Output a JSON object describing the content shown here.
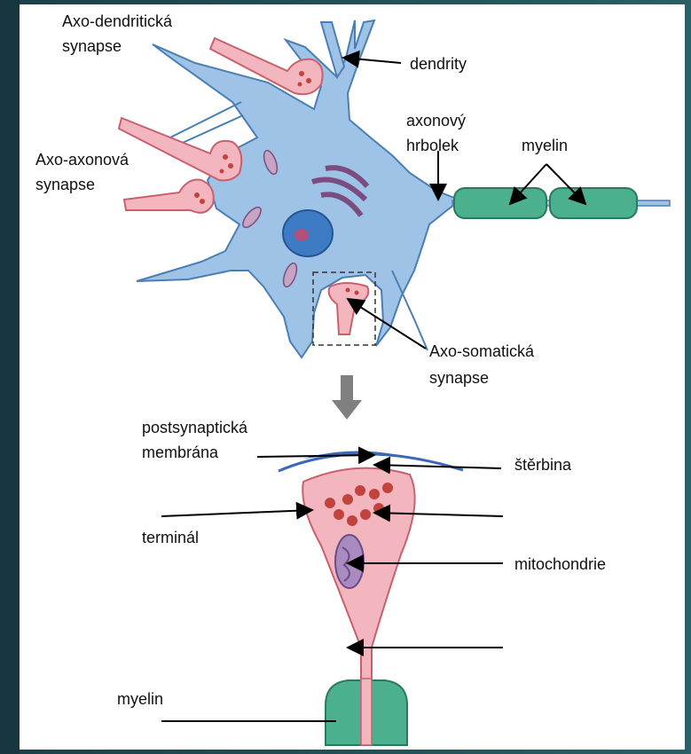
{
  "labels": {
    "axo_dendriticka": "Axo-dendritická",
    "axo_dendriticka_2": "synapse",
    "dendrity": "dendrity",
    "axo_axonova": "Axo-axonová",
    "axo_axonova_2": "synapse",
    "axonovy": "axonový",
    "hrbolek": "hrbolek",
    "myelin_top": "myelin",
    "axo_somaticka": "Axo-somatická",
    "axo_somaticka_2": "synapse",
    "postsynapticka": "postsynaptická",
    "membrana": "membrána",
    "sterbina": "štěrbina",
    "terminal": "terminál",
    "mitochondrie": "mitochondrie",
    "myelin_bottom": "myelin"
  },
  "colors": {
    "soma": "#9fc3e6",
    "soma_stroke": "#4a7fb5",
    "pink": "#f4b6be",
    "pink_stroke": "#c8606e",
    "myelin": "#4bb08e",
    "myelin_stroke": "#2a7a5e",
    "vesicle": "#c1443c",
    "mito": "#a98bc0",
    "nucleus": "#3d7cc4",
    "membrane": "#3b69b8",
    "arrow": "#808080"
  }
}
